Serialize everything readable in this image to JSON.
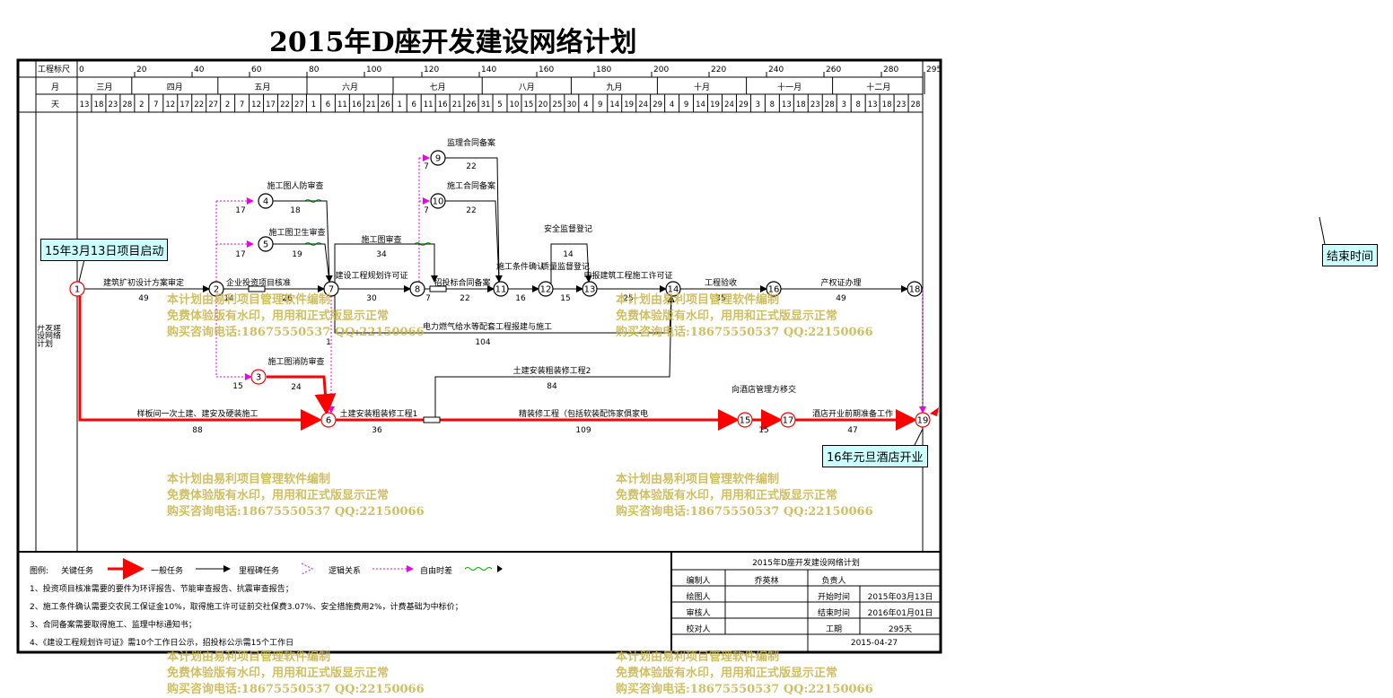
{
  "title": "2015年D座开发建设网络计划",
  "scale": {
    "row_labels": [
      "工程标尺",
      "月",
      "天"
    ],
    "ticks": [
      "0",
      "20",
      "40",
      "60",
      "80",
      "100",
      "120",
      "140",
      "160",
      "180",
      "200",
      "220",
      "240",
      "260",
      "280",
      "295"
    ],
    "months": [
      "三月",
      "四月",
      "五月",
      "六月",
      "七月",
      "八月",
      "九月",
      "十月",
      "十一月",
      "十二月"
    ],
    "days": [
      "13",
      "18",
      "23",
      "28",
      "2",
      "7",
      "12",
      "17",
      "22",
      "27",
      "2",
      "7",
      "12",
      "17",
      "22",
      "27",
      "1",
      "6",
      "11",
      "16",
      "21",
      "26",
      "1",
      "6",
      "11",
      "16",
      "21",
      "26",
      "31",
      "5",
      "10",
      "15",
      "20",
      "25",
      "30",
      "4",
      "9",
      "14",
      "19",
      "24",
      "29",
      "4",
      "9",
      "14",
      "19",
      "24",
      "29",
      "3",
      "8",
      "13",
      "18",
      "23",
      "28",
      "3",
      "8",
      "13",
      "18",
      "23",
      "28"
    ]
  },
  "side_label": "开发建设网络计划",
  "callouts": {
    "start": "15年3月13日项目启动",
    "open": "16年元旦酒店开业",
    "end": "结束时间"
  },
  "nodes": [
    "1",
    "2",
    "3",
    "4",
    "5",
    "6",
    "7",
    "8",
    "9",
    "10",
    "11",
    "12",
    "13",
    "14",
    "15",
    "16",
    "17",
    "18",
    "19"
  ],
  "tasks": [
    {
      "name": "建筑扩初设计方案审定",
      "dur": "49"
    },
    {
      "name": "企业投资项目核准",
      "dur": "14"
    },
    {
      "name": "26",
      "dur": ""
    },
    {
      "name": "建设工程规划许可证",
      "dur": "30"
    },
    {
      "name": "招投标合同备案",
      "dur": "22"
    },
    {
      "name": "施工条件确认",
      "dur": "16"
    },
    {
      "name": "质量监督登记",
      "dur": "15"
    },
    {
      "name": "申报建筑工程施工许可证",
      "dur": "25"
    },
    {
      "name": "工程验收",
      "dur": "35"
    },
    {
      "name": "产权证办理",
      "dur": "49"
    },
    {
      "name": "施工图人防审查",
      "dur": "18"
    },
    {
      "name": "施工图卫生审查",
      "dur": "19"
    },
    {
      "name": "施工图审查",
      "dur": "34"
    },
    {
      "name": "监理合同备案",
      "dur": "22"
    },
    {
      "name": "施工合同备案",
      "dur": "22"
    },
    {
      "name": "安全监督登记",
      "dur": "14"
    },
    {
      "name": "电力燃气给水等配套工程报建与施工",
      "dur": "104"
    },
    {
      "name": "施工图消防审查",
      "dur": "24"
    },
    {
      "name": "样板间一次土建、建安及硬装施工",
      "dur": "88"
    },
    {
      "name": "土建安装粗装修工程1",
      "dur": "36"
    },
    {
      "name": "土建安装粗装修工程2",
      "dur": "84"
    },
    {
      "name": "精装修工程（包括软装配饰家俱家电",
      "dur": "109"
    },
    {
      "name": "向酒店管理方移交",
      "dur": "15"
    },
    {
      "name": "酒店开业前期准备工作",
      "dur": "47"
    }
  ],
  "float_labels": [
    "17",
    "17",
    "15",
    "7",
    "7",
    "1",
    "7"
  ],
  "legend": {
    "label": "图例:",
    "items": [
      "关键任务",
      "一般任务",
      "里程碑任务",
      "逻辑关系",
      "自由时差"
    ]
  },
  "notes": [
    "1、投资项目核准需要的要件为环评报告、节能审查报告、抗震审查报告；",
    "2、施工条件确认需要交农民工保证金10%，取得施工许可证前交社保费3.07%、安全措施费用2%，计费基础为中标价；",
    "3、合同备案需要取得施工、监理中标通知书；",
    "4、《建设工程规划许可证》需10个工作日公示，招投标公示需15个工作日"
  ],
  "title_block": {
    "title": "2015年D座开发建设网络计划",
    "labels": [
      "编制人",
      "绘图人",
      "审核人",
      "校对人"
    ],
    "compiler": "乔英林",
    "resp_label": "负责人",
    "start_label": "开始时间",
    "start": "2015年03月13日",
    "end_label": "结束时间",
    "end": "2016年01月01日",
    "dur_label": "工期",
    "dur": "295天",
    "date": "2015-04-27"
  },
  "watermark": [
    "本计划由易利项目管理软件编制",
    "免费体验版有水印，用用和正式版显示正常",
    "购买咨询电话:18675550537 QQ:22150066"
  ],
  "colors": {
    "critical": "#ff0000",
    "float": "#ee00ee",
    "slack": "#00aa00",
    "callout": "#ccffff",
    "watermark": "#c8b446"
  }
}
